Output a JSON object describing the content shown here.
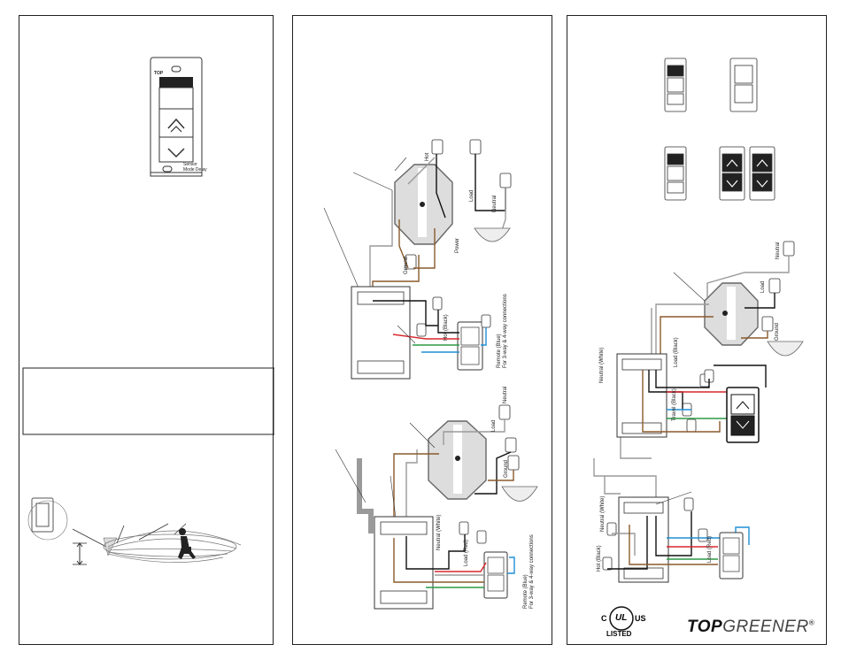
{
  "panel1": {
    "switch_top_label": "TOP",
    "switch_bottom_text": [
      "Sensor",
      "Mode Delay"
    ]
  },
  "panel2": {
    "top_wiring": {
      "hot": "Hot",
      "load": "Load",
      "neutral": "Neutral",
      "power": "Power",
      "ground": "Ground",
      "hot_black": "Hot (Black)",
      "remote_blue": "Remote (Blue)",
      "remote_note": "For 3-way & 4-way connections"
    },
    "bottom_wiring": {
      "neutral": "Neutral",
      "load": "Load",
      "ground": "Ground",
      "neutral_white": "Neutral (White)",
      "load_red": "Load (Red)",
      "remote_blue": "Remote (Blue)",
      "remote_note": "For 3-way & 4-way connections"
    }
  },
  "panel3": {
    "neutral": "Neutral",
    "load": "Load",
    "ground": "Ground",
    "load_black": "Load (Black)",
    "neutral_white": "Neutral (White)",
    "travel_black": "Travel (Black)",
    "neutral_white_2": "Neutral (White)",
    "hot_black": "Hot (Black)",
    "load_red": "Load (Red)",
    "cert_left": "C",
    "cert_mark": "UL",
    "cert_right": "US",
    "cert_listed": "LISTED",
    "brand_bold": "TOP",
    "brand_thin": "GREENER",
    "brand_reg": "®"
  },
  "colors": {
    "black": "#111111",
    "red": "#d9262b",
    "blue": "#1f8fd6",
    "green": "#2b9a45",
    "brown": "#8a5a2b",
    "gray": "#9a9a9a"
  }
}
